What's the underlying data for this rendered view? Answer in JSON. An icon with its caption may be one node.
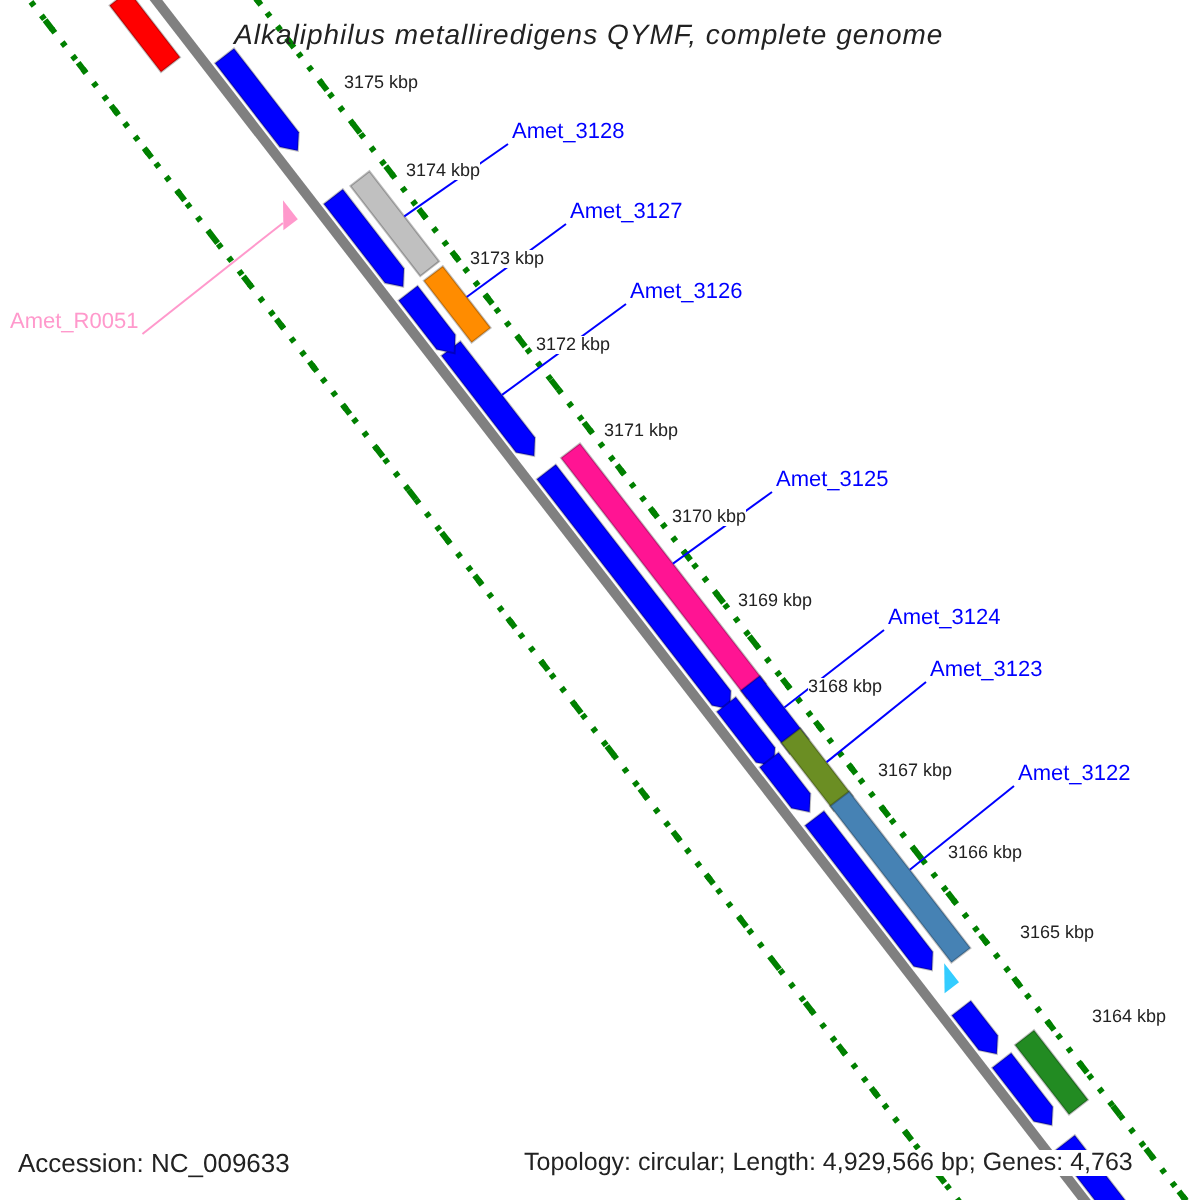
{
  "diagram": {
    "title": "Alkaliphilus metalliredigens QYMF, complete genome",
    "nodes": [
      {
        "text": [
          "Amet_3128"
        ]
      },
      {
        "text": [],
        "shape": "bar"
      },
      {
        "text": [
          "Amet_3127"
        ]
      },
      {
        "text": [],
        "shape": "bar"
      },
      {
        "text": [
          "Amet_3126"
        ]
      },
      {
        "text": [],
        "shape": "pentagon"
      },
      {
        "text": [
          "Amet_R0051"
        ]
      },
      {
        "text": [],
        "shape": "triangle"
      },
      {
        "text": [
          "Amet_3125"
        ]
      },
      {
        "text": [],
        "shape": "bar"
      },
      {
        "text": [
          "Amet_3124"
        ]
      },
      {
        "text": [],
        "shape": "bar"
      },
      {
        "text": [
          "Amet_3123"
        ]
      },
      {
        "text": [],
        "shape": "bar"
      },
      {
        "text": [
          "Amet_3122"
        ]
      },
      {
        "text": [],
        "shape": "bar"
      },
      {
        "text": [],
        "shape": "bar"
      },
      {
        "text": [],
        "shape": "pentagon"
      },
      {
        "text": [],
        "shape": "pentagon"
      },
      {
        "text": [],
        "shape": "pentagon"
      },
      {
        "text": [],
        "shape": "pentagon"
      },
      {
        "text": [],
        "shape": "pentagon"
      },
      {
        "text": [],
        "shape": "pentagon"
      },
      {
        "text": [],
        "shape": "pentagon"
      },
      {
        "text": [],
        "shape": "triangle"
      },
      {
        "text": [],
        "shape": "pentagon"
      },
      {
        "text": [],
        "shape": "bar"
      },
      {
        "text": [],
        "shape": "pentagon"
      },
      {
        "text": [],
        "shape": "pentagon"
      }
    ],
    "edges": [
      {
        "from": 0,
        "to": 1,
        "arrow": "none"
      },
      {
        "from": 2,
        "to": 3,
        "arrow": "none"
      },
      {
        "from": 4,
        "to": 5,
        "arrow": "none"
      },
      {
        "from": 6,
        "to": 7,
        "arrow": "none",
        "color": "#ff99cc"
      },
      {
        "from": 8,
        "to": 9,
        "arrow": "none"
      },
      {
        "from": 10,
        "to": 11,
        "arrow": "none"
      },
      {
        "from": 12,
        "to": 13,
        "arrow": "none"
      },
      {
        "from": 14,
        "to": 15,
        "arrow": "none"
      }
    ],
    "labels": [
      "3175 kbp",
      "3174 kbp",
      "3173 kbp",
      "3172 kbp",
      "3171 kbp",
      "3170 kbp",
      "3169 kbp",
      "3168 kbp",
      "3167 kbp",
      "3166 kbp",
      "3165 kbp",
      "3164 kbp",
      "Accession: NC_009633",
      "Topology: circular; Length: 4,929,566 bp; Genes: 4,763"
    ]
  }
}
